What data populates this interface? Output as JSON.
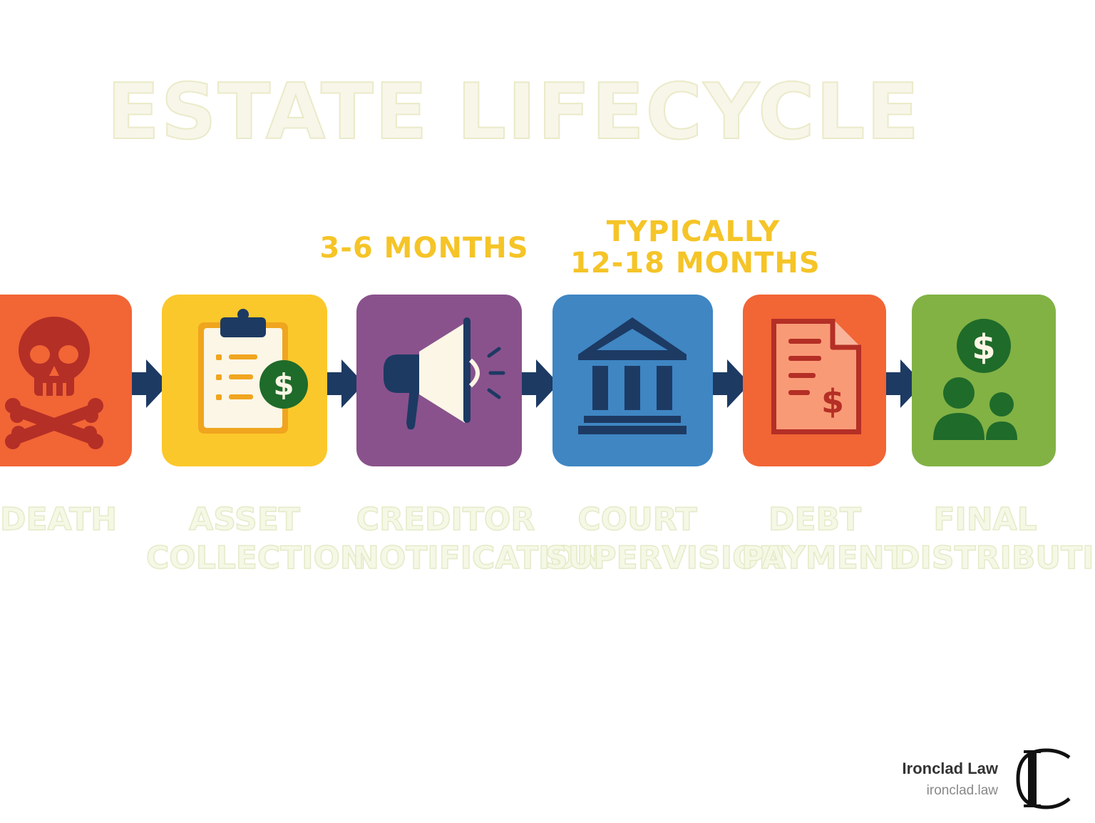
{
  "title": "ESTATE LIFECYCLE",
  "durations": [
    {
      "lines": [
        "3-6 MONTHS"
      ]
    },
    {
      "lines": [
        "TYPICALLY",
        "12-18 MONTHS"
      ]
    }
  ],
  "steps": [
    {
      "label_lines": [
        "DEATH"
      ],
      "color": "#f26535",
      "icon": "skull-crossbones-icon"
    },
    {
      "label_lines": [
        "ASSET",
        "COLLECTION"
      ],
      "color": "#fbc82b",
      "icon": "clipboard-dollar-icon"
    },
    {
      "label_lines": [
        "CREDITOR",
        "NOTIFICATION"
      ],
      "color": "#89528c",
      "icon": "megaphone-icon"
    },
    {
      "label_lines": [
        "COURT",
        "SUPERVISION"
      ],
      "color": "#3f86c3",
      "icon": "courthouse-icon"
    },
    {
      "label_lines": [
        "DEBT",
        "PAYMENT"
      ],
      "color": "#f26535",
      "icon": "invoice-dollar-icon"
    },
    {
      "label_lines": [
        "FINAL",
        "DISTRIBUTION"
      ],
      "color": "#82b244",
      "icon": "people-dollar-icon"
    }
  ],
  "colors": {
    "arrow": "#1d3a63",
    "duration_text": "#f5c427",
    "icon_dark_red": "#b42f26",
    "icon_navy": "#1d3a63",
    "icon_green": "#1f6b2a",
    "icon_cream": "#fbf6e6"
  },
  "brand": {
    "name": "Ironclad Law",
    "url": "ironclad.law",
    "logo": "ic-monogram-logo"
  }
}
